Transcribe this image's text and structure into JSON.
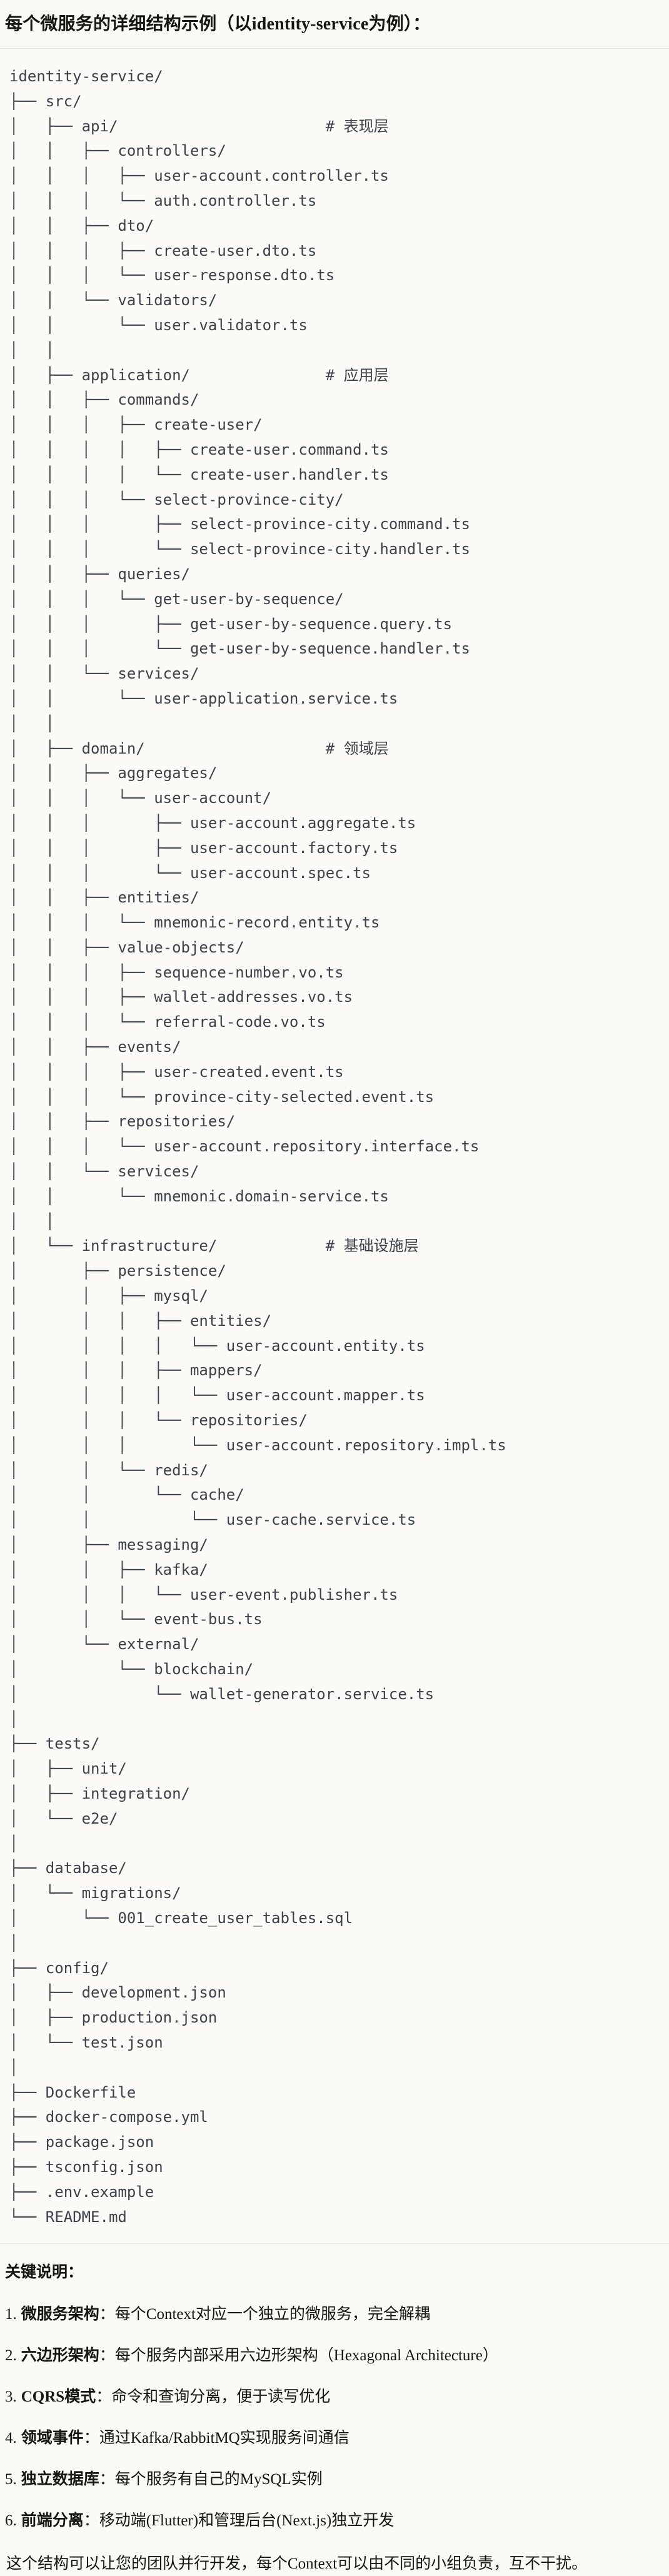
{
  "page": {
    "title": "每个微服务的详细结构示例（以identity-service为例）：",
    "notes_heading": "关键说明：",
    "footer": "这个结构可以让您的团队并行开发，每个Context可以由不同的小组负责，互不干扰。"
  },
  "colors": {
    "page_bg": "#faf9f5",
    "code_bg": "#fbfaf7",
    "code_border": "#e6e3da",
    "code_text": "#3c424b",
    "body_text": "#17150f"
  },
  "file_tree": {
    "root": "identity-service/",
    "layer_comments": [
      "# 表现层",
      "# 应用层",
      "# 领域层",
      "# 基础设施层"
    ],
    "lines": [
      "identity-service/",
      "├── src/",
      "│   ├── api/                       # 表现层",
      "│   │   ├── controllers/",
      "│   │   │   ├── user-account.controller.ts",
      "│   │   │   └── auth.controller.ts",
      "│   │   ├── dto/",
      "│   │   │   ├── create-user.dto.ts",
      "│   │   │   └── user-response.dto.ts",
      "│   │   └── validators/",
      "│   │       └── user.validator.ts",
      "│   │",
      "│   ├── application/               # 应用层",
      "│   │   ├── commands/",
      "│   │   │   ├── create-user/",
      "│   │   │   │   ├── create-user.command.ts",
      "│   │   │   │   └── create-user.handler.ts",
      "│   │   │   └── select-province-city/",
      "│   │   │       ├── select-province-city.command.ts",
      "│   │   │       └── select-province-city.handler.ts",
      "│   │   ├── queries/",
      "│   │   │   └── get-user-by-sequence/",
      "│   │   │       ├── get-user-by-sequence.query.ts",
      "│   │   │       └── get-user-by-sequence.handler.ts",
      "│   │   └── services/",
      "│   │       └── user-application.service.ts",
      "│   │",
      "│   ├── domain/                    # 领域层",
      "│   │   ├── aggregates/",
      "│   │   │   └── user-account/",
      "│   │   │       ├── user-account.aggregate.ts",
      "│   │   │       ├── user-account.factory.ts",
      "│   │   │       └── user-account.spec.ts",
      "│   │   ├── entities/",
      "│   │   │   └── mnemonic-record.entity.ts",
      "│   │   ├── value-objects/",
      "│   │   │   ├── sequence-number.vo.ts",
      "│   │   │   ├── wallet-addresses.vo.ts",
      "│   │   │   └── referral-code.vo.ts",
      "│   │   ├── events/",
      "│   │   │   ├── user-created.event.ts",
      "│   │   │   └── province-city-selected.event.ts",
      "│   │   ├── repositories/",
      "│   │   │   └── user-account.repository.interface.ts",
      "│   │   └── services/",
      "│   │       └── mnemonic.domain-service.ts",
      "│   │",
      "│   └── infrastructure/            # 基础设施层",
      "│       ├── persistence/",
      "│       │   ├── mysql/",
      "│       │   │   ├── entities/",
      "│       │   │   │   └── user-account.entity.ts",
      "│       │   │   ├── mappers/",
      "│       │   │   │   └── user-account.mapper.ts",
      "│       │   │   └── repositories/",
      "│       │   │       └── user-account.repository.impl.ts",
      "│       │   └── redis/",
      "│       │       └── cache/",
      "│       │           └── user-cache.service.ts",
      "│       ├── messaging/",
      "│       │   ├── kafka/",
      "│       │   │   └── user-event.publisher.ts",
      "│       │   └── event-bus.ts",
      "│       └── external/",
      "│           └── blockchain/",
      "│               └── wallet-generator.service.ts",
      "│",
      "├── tests/",
      "│   ├── unit/",
      "│   ├── integration/",
      "│   └── e2e/",
      "│",
      "├── database/",
      "│   └── migrations/",
      "│       └── 001_create_user_tables.sql",
      "│",
      "├── config/",
      "│   ├── development.json",
      "│   ├── production.json",
      "│   └── test.json",
      "│",
      "├── Dockerfile",
      "├── docker-compose.yml",
      "├── package.json",
      "├── tsconfig.json",
      "├── .env.example",
      "└── README.md"
    ]
  },
  "notes": {
    "items": [
      {
        "number": "1.",
        "label": "微服务架构",
        "text": "：每个Context对应一个独立的微服务，完全解耦"
      },
      {
        "number": "2.",
        "label": "六边形架构",
        "text": "：每个服务内部采用六边形架构（Hexagonal Architecture）"
      },
      {
        "number": "3.",
        "label": "CQRS模式",
        "text": "：命令和查询分离，便于读写优化"
      },
      {
        "number": "4.",
        "label": "领域事件",
        "text": "：通过Kafka/RabbitMQ实现服务间通信"
      },
      {
        "number": "5.",
        "label": "独立数据库",
        "text": "：每个服务有自己的MySQL实例"
      },
      {
        "number": "6.",
        "label": "前端分离",
        "text": "：移动端(Flutter)和管理后台(Next.js)独立开发"
      }
    ]
  }
}
